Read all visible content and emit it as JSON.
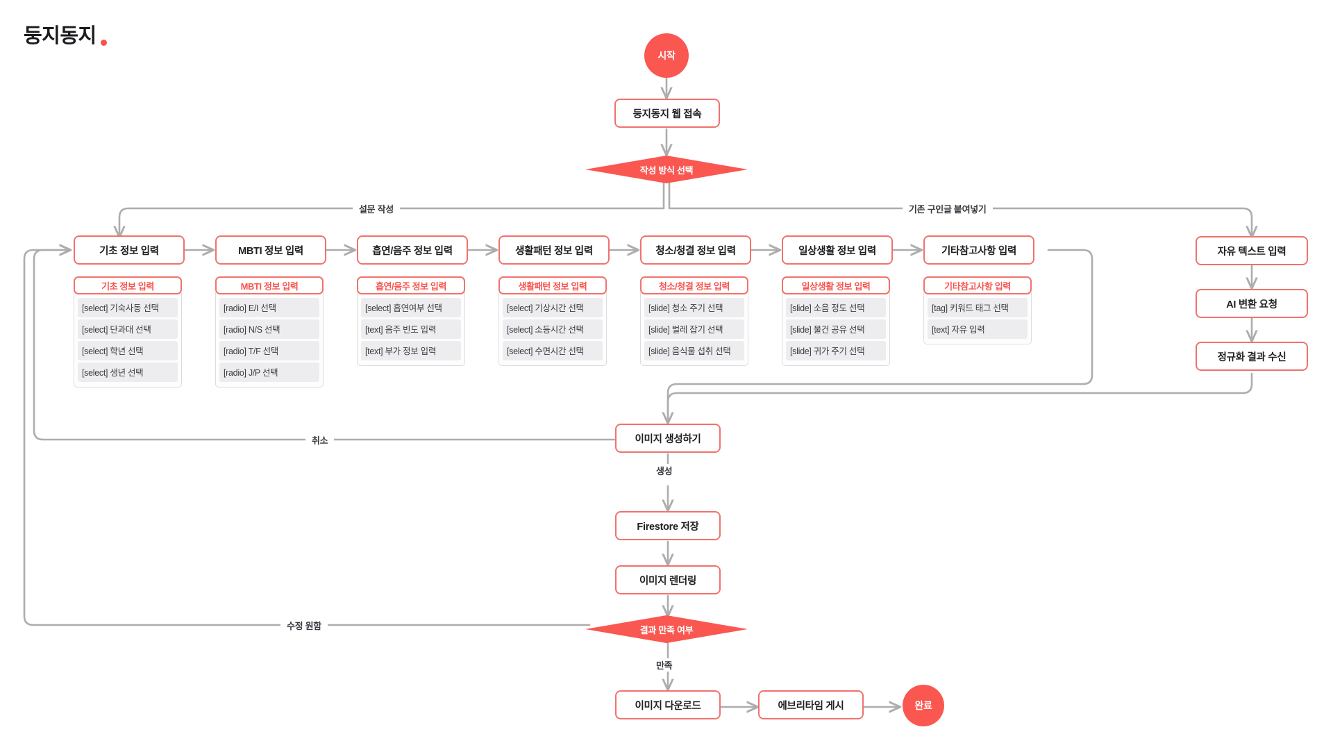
{
  "brand": {
    "name": "둥지동지",
    "dot_color": "#F8534E"
  },
  "theme": {
    "accent": "#FA5751",
    "node_border": "#F0726C",
    "wire": "#ADADAD",
    "panel_row_bg": "#EDEDF0"
  },
  "flow": {
    "start": "시작",
    "web_access": "둥지동지 웹 접속",
    "decision_method": "작성 방식 선택",
    "branch_left_label": "설문 작성",
    "branch_right_label": "기존 구인글 붙여넣기",
    "generate_image": "이미지 생성하기",
    "generate_edge_label": "생성",
    "firestore_save": "Firestore 저장",
    "image_render": "이미지 렌더링",
    "decision_satisfaction": "결과 만족 여부",
    "satisfied_edge_label": "만족",
    "cancel_edge_label": "취소",
    "revise_edge_label": "수정 원함",
    "image_download": "이미지 다운로드",
    "everytime_post": "에브리타임 게시",
    "complete": "완료"
  },
  "right_branch": {
    "free_text": "자유 텍스트 입력",
    "ai_convert": "AI 변환 요청",
    "normalize_result": "정규화 결과 수신"
  },
  "survey_steps": [
    {
      "title": "기초 정보 입력",
      "panel_title": "기초 정보 입력",
      "fields": [
        "[select] 기숙사동 선택",
        "[select] 단과대 선택",
        "[select] 학년 선택",
        "[select] 생년 선택"
      ]
    },
    {
      "title": "MBTI 정보 입력",
      "panel_title": "MBTI 정보 입력",
      "fields": [
        "[radio] E/I 선택",
        "[radio] N/S 선택",
        "[radio] T/F 선택",
        "[radio] J/P 선택"
      ]
    },
    {
      "title": "흡연/음주 정보 입력",
      "panel_title": "흡연/음주 정보 입력",
      "fields": [
        "[select] 흡연여부 선택",
        "[text] 음주 빈도 입력",
        "[text] 부가 정보 입력"
      ]
    },
    {
      "title": "생활패턴 정보 입력",
      "panel_title": "생활패턴 정보 입력",
      "fields": [
        "[select] 기상시간 선택",
        "[select] 소등시간 선택",
        "[select] 수면시간 선택"
      ]
    },
    {
      "title": "청소/청결 정보 입력",
      "panel_title": "청소/청결 정보 입력",
      "fields": [
        "[slide] 청소 주기 선택",
        "[slide] 벌레 잡기 선택",
        "[slide] 음식물 섭취 선택"
      ]
    },
    {
      "title": "일상생활 정보 입력",
      "panel_title": "일상생활 정보 입력",
      "fields": [
        "[slide] 소음 정도 선택",
        "[slide] 물건 공유 선택",
        "[slide] 귀가 주기 선택"
      ]
    },
    {
      "title": "기타참고사항 입력",
      "panel_title": "기타참고사항 입력",
      "fields": [
        "[tag] 키워드 태그 선택",
        "[text] 자유 입력"
      ]
    }
  ]
}
